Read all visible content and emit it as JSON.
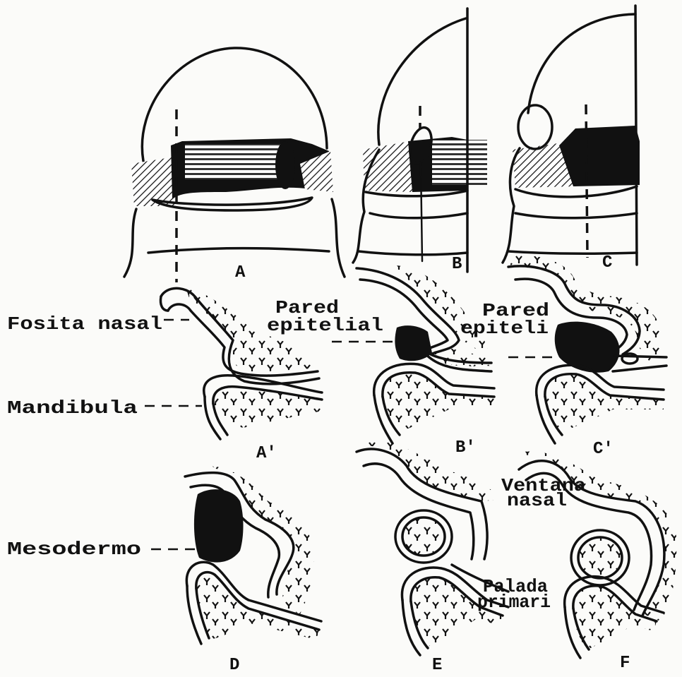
{
  "panels": {
    "a": "A",
    "b": "B",
    "c": "C",
    "a_prime": "A'",
    "b_prime": "B'",
    "c_prime": "C'",
    "d": "D",
    "e": "E",
    "f": "F"
  },
  "annotations": {
    "fosita_nasal": "Fosita nasal",
    "mandibula": "Mandibula",
    "pared_epitelial_b": {
      "line1": "Pared",
      "line2": "epitelial"
    },
    "pared_epitelial_c": {
      "line1": "Pared",
      "line2": "epiteli"
    },
    "mesodermo": "Mesodermo",
    "ventana_nasal": {
      "line1": "Ventana",
      "line2": "nasal"
    },
    "paladar_primario": {
      "line1": "Palada",
      "line2": "primari"
    }
  }
}
